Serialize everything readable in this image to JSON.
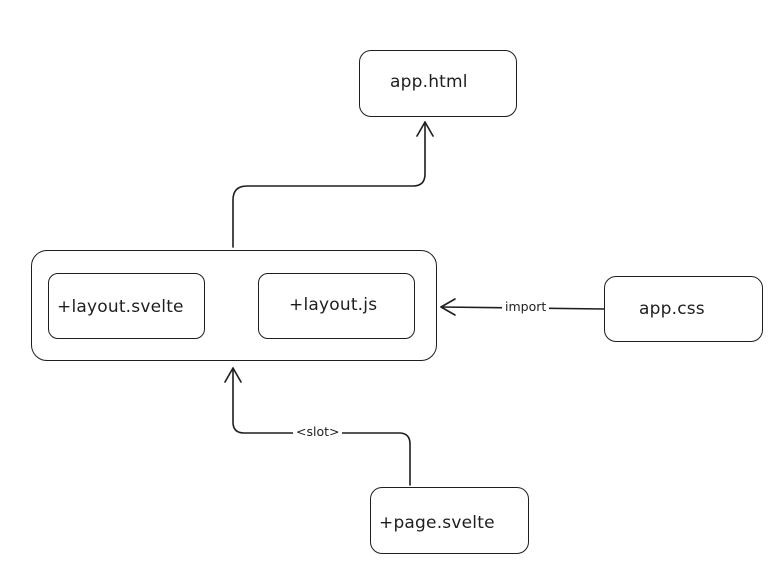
{
  "nodes": {
    "app_html": "app.html",
    "layout_svelte": "+layout.svelte",
    "layout_js": "+layout.js",
    "app_css": "app.css",
    "page_svelte": "+page.svelte"
  },
  "edges": {
    "import_label": "import",
    "slot_label": "<slot>"
  }
}
